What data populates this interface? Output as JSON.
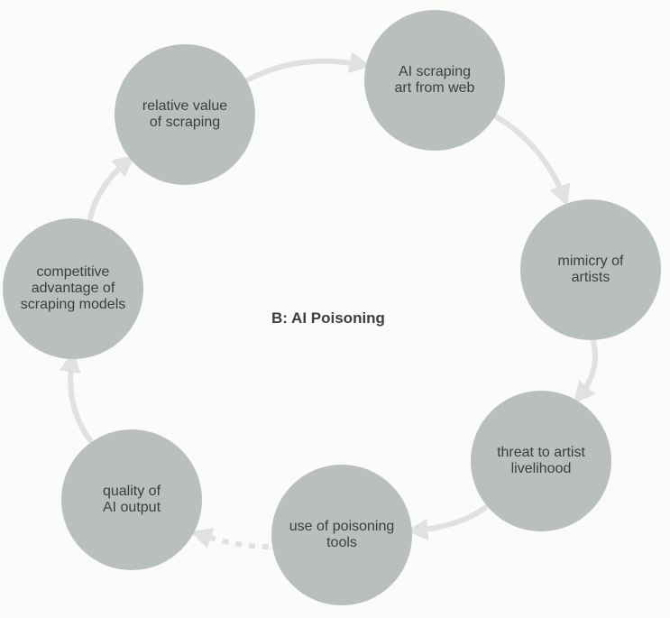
{
  "diagram": {
    "title": "B: AI Poisoning",
    "nodes": [
      {
        "id": "ai-scraping",
        "label": "AI scraping\nart from web"
      },
      {
        "id": "mimicry",
        "label": "mimicry of\nartists"
      },
      {
        "id": "threat",
        "label": "threat to artist\nlivelihood"
      },
      {
        "id": "poisoning-tools",
        "label": "use of poisoning\ntools"
      },
      {
        "id": "quality",
        "label": "quality of\nAI output"
      },
      {
        "id": "competitive-advantage",
        "label": "competitive\nadvantage of\nscraping models"
      },
      {
        "id": "relative-value",
        "label": "relative value\nof scraping"
      }
    ],
    "edges": [
      {
        "from": "relative-value",
        "to": "ai-scraping",
        "style": "solid"
      },
      {
        "from": "ai-scraping",
        "to": "mimicry",
        "style": "solid"
      },
      {
        "from": "mimicry",
        "to": "threat",
        "style": "solid"
      },
      {
        "from": "threat",
        "to": "poisoning-tools",
        "style": "solid"
      },
      {
        "from": "poisoning-tools",
        "to": "quality",
        "style": "dotted"
      },
      {
        "from": "quality",
        "to": "competitive-advantage",
        "style": "solid"
      },
      {
        "from": "competitive-advantage",
        "to": "relative-value",
        "style": "solid"
      }
    ],
    "colors": {
      "node_fill": "#b9bfbd",
      "arrow": "#dfe2e0",
      "text": "#3b3f3e",
      "background": "#fbfbf9"
    }
  }
}
